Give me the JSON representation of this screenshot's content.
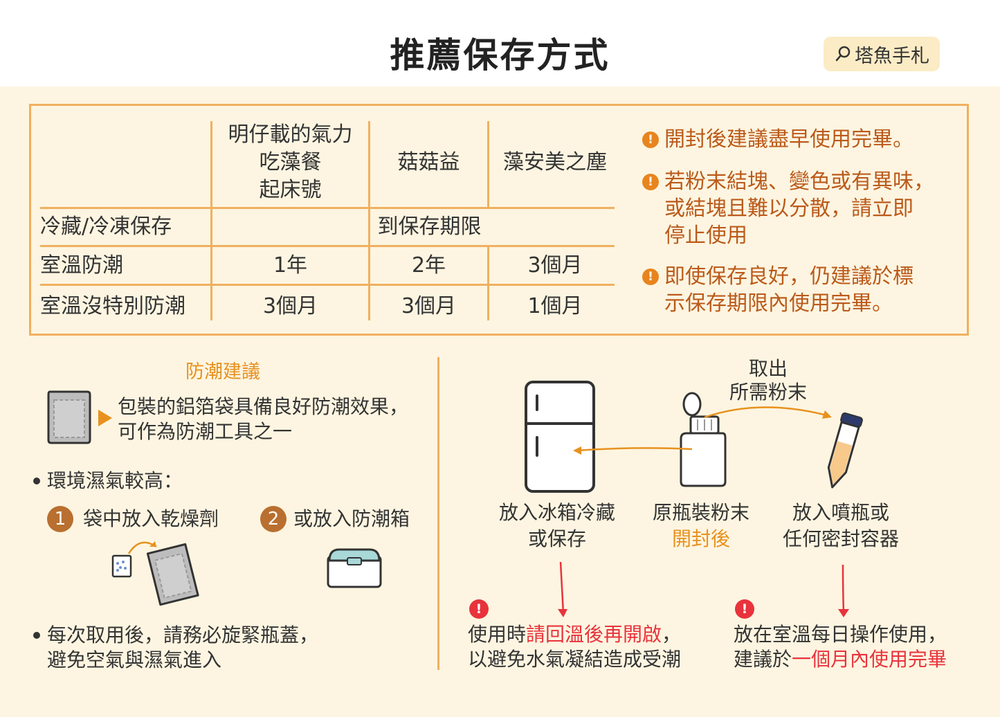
{
  "header": {
    "title": "推薦保存方式",
    "brand": "塔魚手札"
  },
  "table": {
    "columns": [
      {
        "lines": [
          "明仔載的氣力",
          "吃藻餐",
          "起床號"
        ]
      },
      {
        "lines": [
          "菇菇益"
        ]
      },
      {
        "lines": [
          "藻安美之塵"
        ]
      }
    ],
    "rows": [
      {
        "label": "冷藏/冷凍保存",
        "merged": "到保存期限"
      },
      {
        "label": "室溫防潮",
        "values": [
          "1年",
          "2年",
          "3個月"
        ]
      },
      {
        "label": "室溫沒特別防潮",
        "values": [
          "3個月",
          "3個月",
          "1個月"
        ]
      }
    ]
  },
  "notes": [
    {
      "icon": "exclamation-icon",
      "lines": [
        "開封後建議盡早使用完畢。"
      ]
    },
    {
      "icon": "exclamation-icon",
      "lines": [
        "若粉末結塊、變色或有異味，",
        "或結塊且難以分散，請立即",
        "停止使用"
      ]
    },
    {
      "icon": "exclamation-icon",
      "lines": [
        "即使保存良好，仍建議於標",
        "示保存期限內使用完畢。"
      ]
    }
  ],
  "moisture": {
    "title": "防潮建議",
    "bag_text": [
      "包裝的鋁箔袋具備良好防潮效果，",
      "可作為防潮工具之一"
    ],
    "humid_label": "環境濕氣較高：",
    "option1_num": "1",
    "option1_text": "袋中放入乾燥劑",
    "option2_num": "2",
    "option2_text": "或放入防潮箱",
    "reminder": [
      "每次取用後，請務必旋緊瓶蓋，",
      "避免空氣與濕氣進入"
    ]
  },
  "flow": {
    "take_label": [
      "取出",
      "所需粉末"
    ],
    "fridge_caption": [
      "放入冰箱冷藏",
      "或保存"
    ],
    "bottle_caption": "原瓶裝粉末",
    "bottle_caption_highlight": "開封後",
    "spray_caption": [
      "放入噴瓶或",
      "任何密封容器"
    ],
    "fridge_note": {
      "line1_prefix": "使用時",
      "line1_highlight": "請回溫後再開啟",
      "line1_suffix": "，",
      "line2": "以避免水氣凝結造成受潮"
    },
    "room_note": {
      "line1": "放在室溫每日操作使用，",
      "line2_prefix": "建議於",
      "line2_highlight": "一個月內使用完畢"
    }
  },
  "colors": {
    "accent_orange": "#e8911e",
    "border_orange": "#f0b060",
    "warning_red": "#e8333c",
    "note_brown": "#bb5a1a",
    "background": "#fdf5e1"
  }
}
